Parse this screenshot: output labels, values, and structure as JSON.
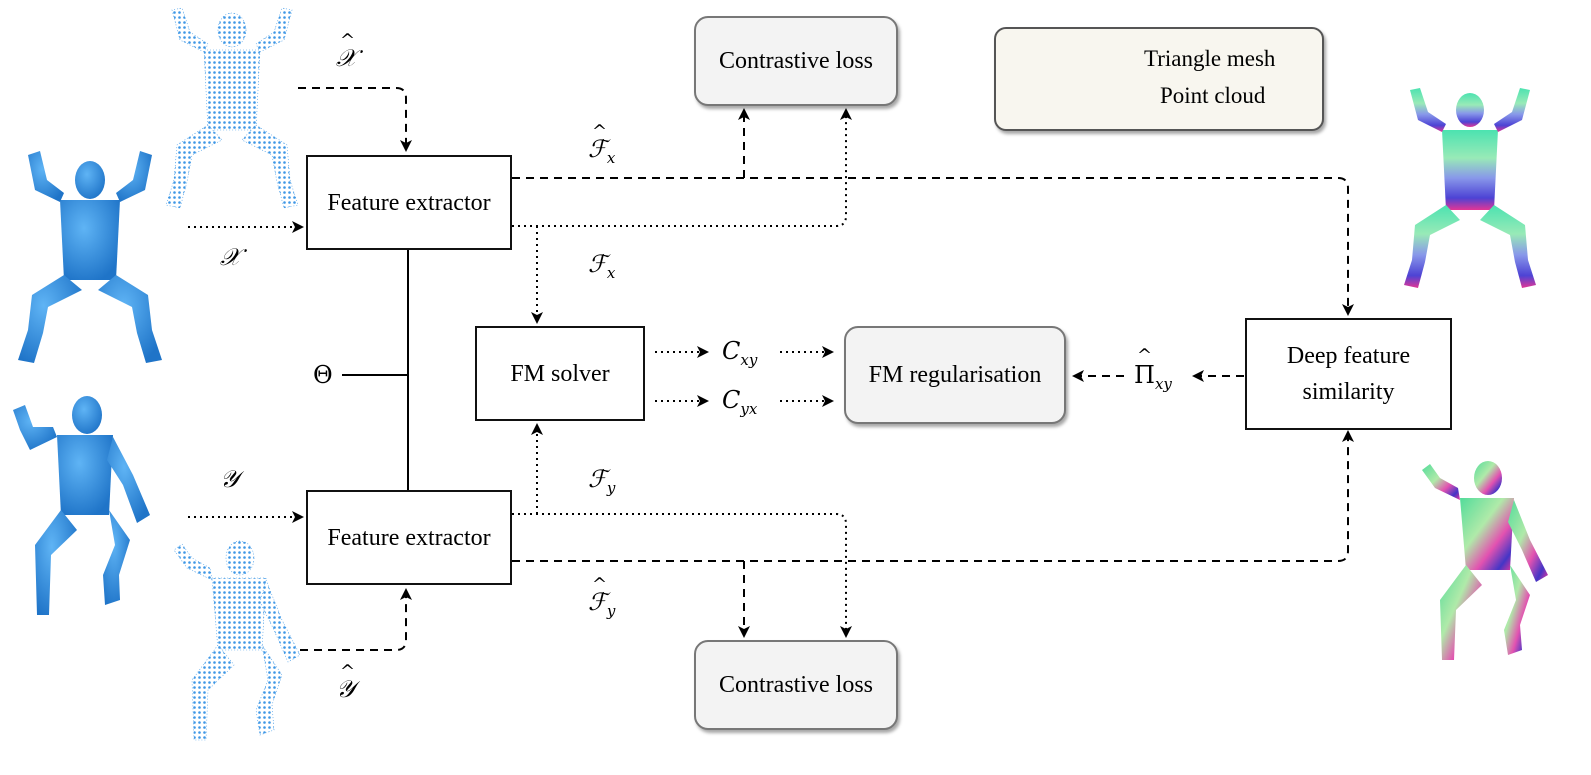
{
  "boxes": {
    "feature_extractor_top": "Feature extractor",
    "feature_extractor_bottom": "Feature extractor",
    "fm_solver": "FM solver",
    "fm_regularisation": "FM regularisation",
    "deep_feature_similarity_line1": "Deep feature",
    "deep_feature_similarity_line2": "similarity",
    "contrastive_loss_top": "Contrastive loss",
    "contrastive_loss_bottom": "Contrastive loss"
  },
  "legend": {
    "triangle_mesh": "Triangle mesh",
    "point_cloud": "Point cloud"
  },
  "symbols": {
    "X_hat": "𝒳",
    "X": "𝒳",
    "Y": "𝒴",
    "Y_hat": "𝒴",
    "theta": "Θ",
    "F_hat_x": "ℱ",
    "F_hat_x_sub": "x",
    "F_x": "ℱ",
    "F_x_sub": "x",
    "F_y": "ℱ",
    "F_y_sub": "y",
    "F_hat_y": "ℱ",
    "F_hat_y_sub": "y",
    "C_xy": "C",
    "C_xy_sub": "xy",
    "C_yx": "C",
    "C_yx_sub": "yx",
    "Pi_hat": "Π",
    "Pi_hat_sub": "xy"
  },
  "colors": {
    "mesh_blue": "#2f8fe0",
    "point_blue": "#4a9fe8",
    "box_fill_round": "#f3f3f3",
    "legend_fill": "#f8f6ef"
  }
}
